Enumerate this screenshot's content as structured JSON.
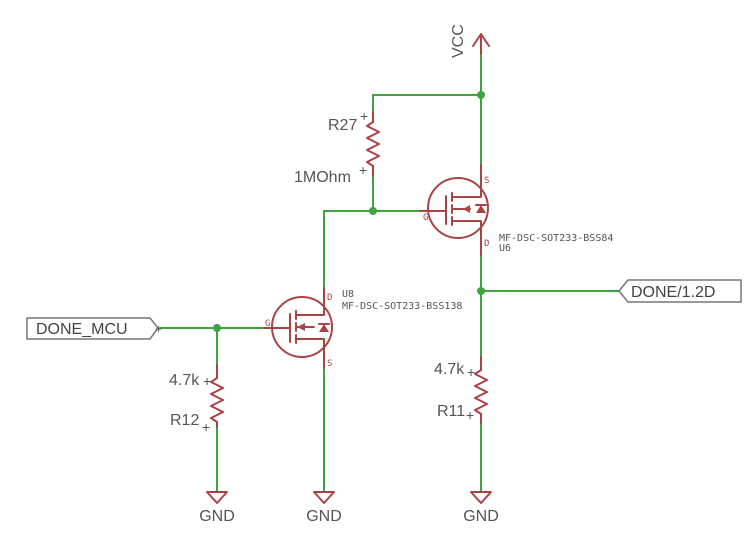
{
  "supply": {
    "label": "VCC"
  },
  "ports": {
    "input": {
      "label": "DONE_MCU"
    },
    "output": {
      "label": "DONE/1.2D"
    }
  },
  "resistors": {
    "r27": {
      "name": "R27",
      "value": "1MOhm"
    },
    "r12": {
      "name": "R12",
      "value": "4.7k"
    },
    "r11": {
      "name": "R11",
      "value": "4.7k"
    }
  },
  "transistors": {
    "u6": {
      "ref": "U6",
      "part": "MF-DSC-SOT233-BSS84",
      "pin_g": "G",
      "pin_s": "S",
      "pin_d": "D"
    },
    "u8": {
      "ref": "U8",
      "part": "MF-DSC-SOT233-BSS138",
      "pin_g": "G",
      "pin_s": "S",
      "pin_d": "D"
    }
  },
  "grounds": {
    "g1": "GND",
    "g2": "GND",
    "g3": "GND"
  },
  "pin_marker": "+",
  "colors": {
    "wire": "#3fa33f",
    "part": "#a94444",
    "text": "#555555"
  }
}
